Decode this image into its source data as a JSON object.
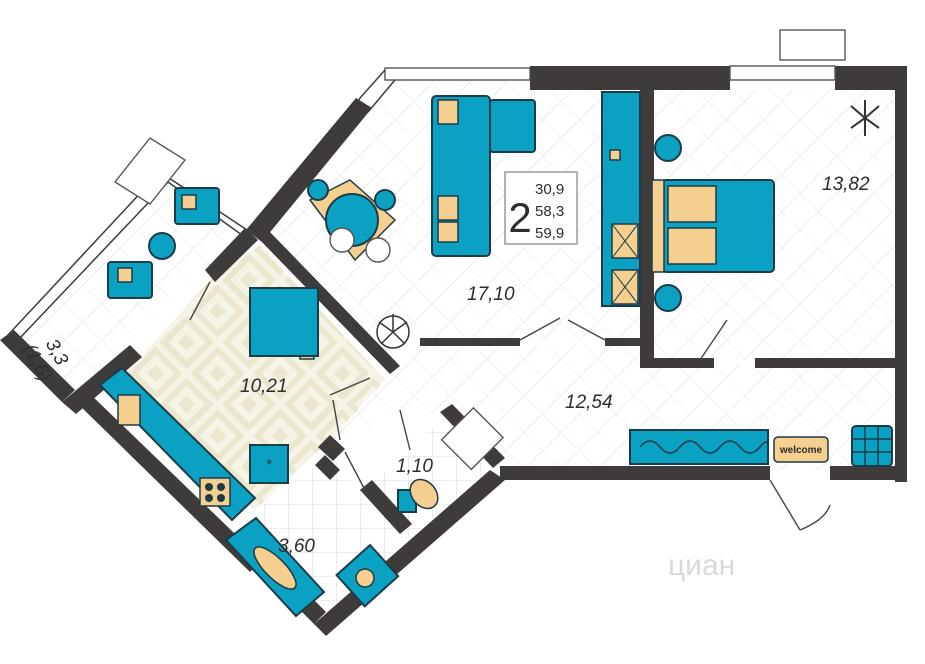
{
  "apartment": {
    "rooms_count": "2",
    "area_living": "30,9",
    "area_total_1": "58,3",
    "area_total_2": "59,9"
  },
  "rooms": {
    "balcony": "3,3\n(1,6)",
    "balcony_line1": "3,3",
    "balcony_line2": "(1,6)",
    "kitchen": "10,21",
    "living": "17,10",
    "bedroom": "13,82",
    "hall": "12,54",
    "bathroom": "3,60",
    "wc": "1,10"
  },
  "doormat": {
    "text": "welcome"
  },
  "watermark": {
    "text": "циан"
  },
  "colors": {
    "accent": "#0aa1c2",
    "accent_dark": "#1d3b46",
    "wood": "#f4cf8f",
    "wall": "#3f3b3b"
  },
  "icons": [
    "plant-icon",
    "toilet-icon",
    "sink-icon",
    "stove-icon",
    "bathtub-icon",
    "bed-icon",
    "sofa-icon"
  ]
}
